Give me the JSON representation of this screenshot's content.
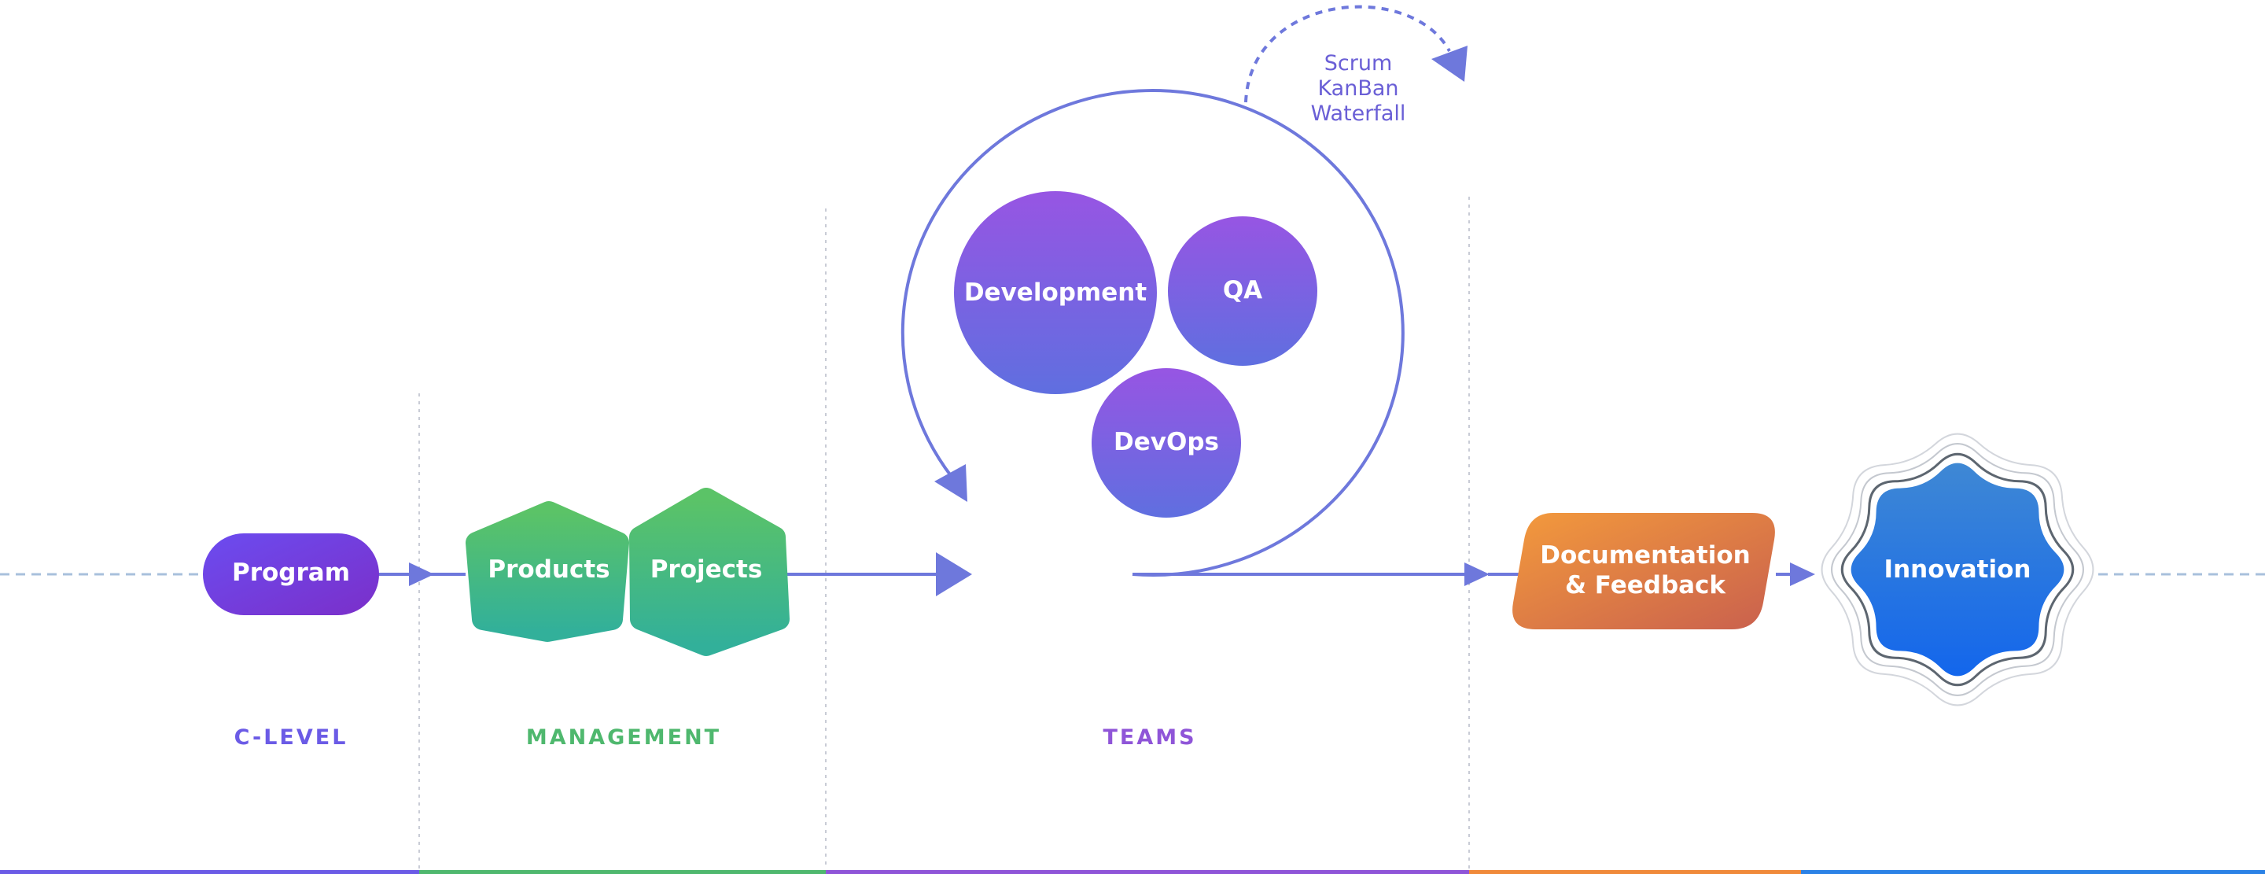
{
  "methods": [
    "Scrum",
    "KanBan",
    "Waterfall"
  ],
  "nodes": {
    "program": "Program",
    "products": "Products",
    "projects": "Projects",
    "development": "Development",
    "qa": "QA",
    "devops": "DevOps",
    "documentation_line1": "Documentation",
    "documentation_line2": "& Feedback",
    "innovation": "Innovation"
  },
  "lanes": {
    "clevel": "C-LEVEL",
    "management": "MANAGEMENT",
    "teams": "TEAMS"
  },
  "colors": {
    "flow": "#6e78dc",
    "divider": "#c9ccd6",
    "clevel": "#6b5be6",
    "management": "#4fb86e",
    "teams": "#8f55d8",
    "documentation": "#f08a3a",
    "innovation": "#2b82e6"
  }
}
